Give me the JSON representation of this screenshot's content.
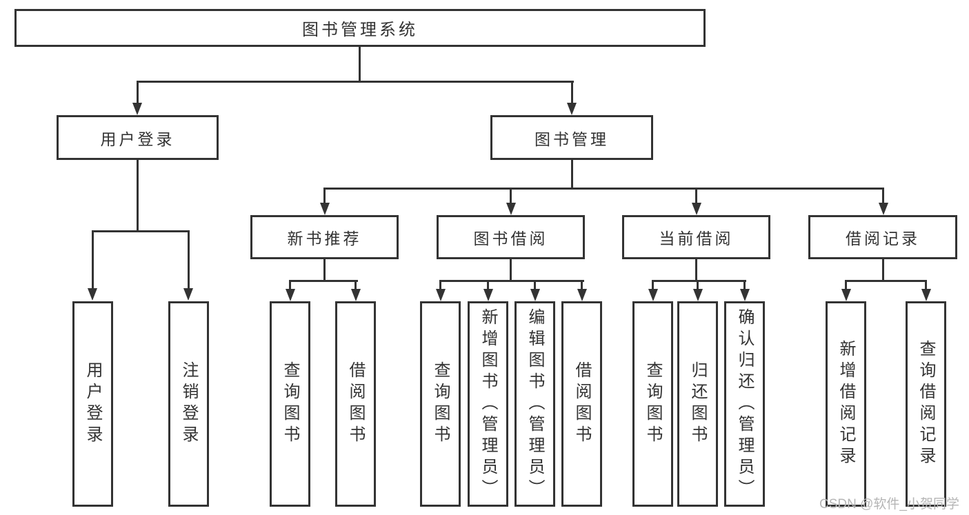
{
  "nodes": {
    "root": "图书管理系统",
    "user_login": "用户登录",
    "book_management": "图书管理",
    "new_book_recommend": "新书推荐",
    "book_borrow": "图书借阅",
    "current_borrow": "当前借阅",
    "borrow_records": "借阅记录"
  },
  "leaves": {
    "l01_user_login": "用户登录",
    "l02_logout": "注销登录",
    "l03_query_book": "查询图书",
    "l04_borrow_book": "借阅图书",
    "l05_query_book": "查询图书",
    "l06_add_book_admin": "新增图书（管理员）",
    "l07_edit_book_admin": "编辑图书（管理员）",
    "l08_borrow_book": "借阅图书",
    "l09_query_book": "查询图书",
    "l10_return_book": "归还图书",
    "l11_confirm_return_admin": "确认归还（管理员）",
    "l12_add_borrow_record": "新增借阅记录",
    "l13_query_borrow_record": "查询借阅记录"
  },
  "watermark": "CSDN @软件_小贺同学",
  "colors": {
    "line": "#333333",
    "text": "#333333",
    "watermark": "#b5b5b5",
    "background": "#ffffff"
  }
}
